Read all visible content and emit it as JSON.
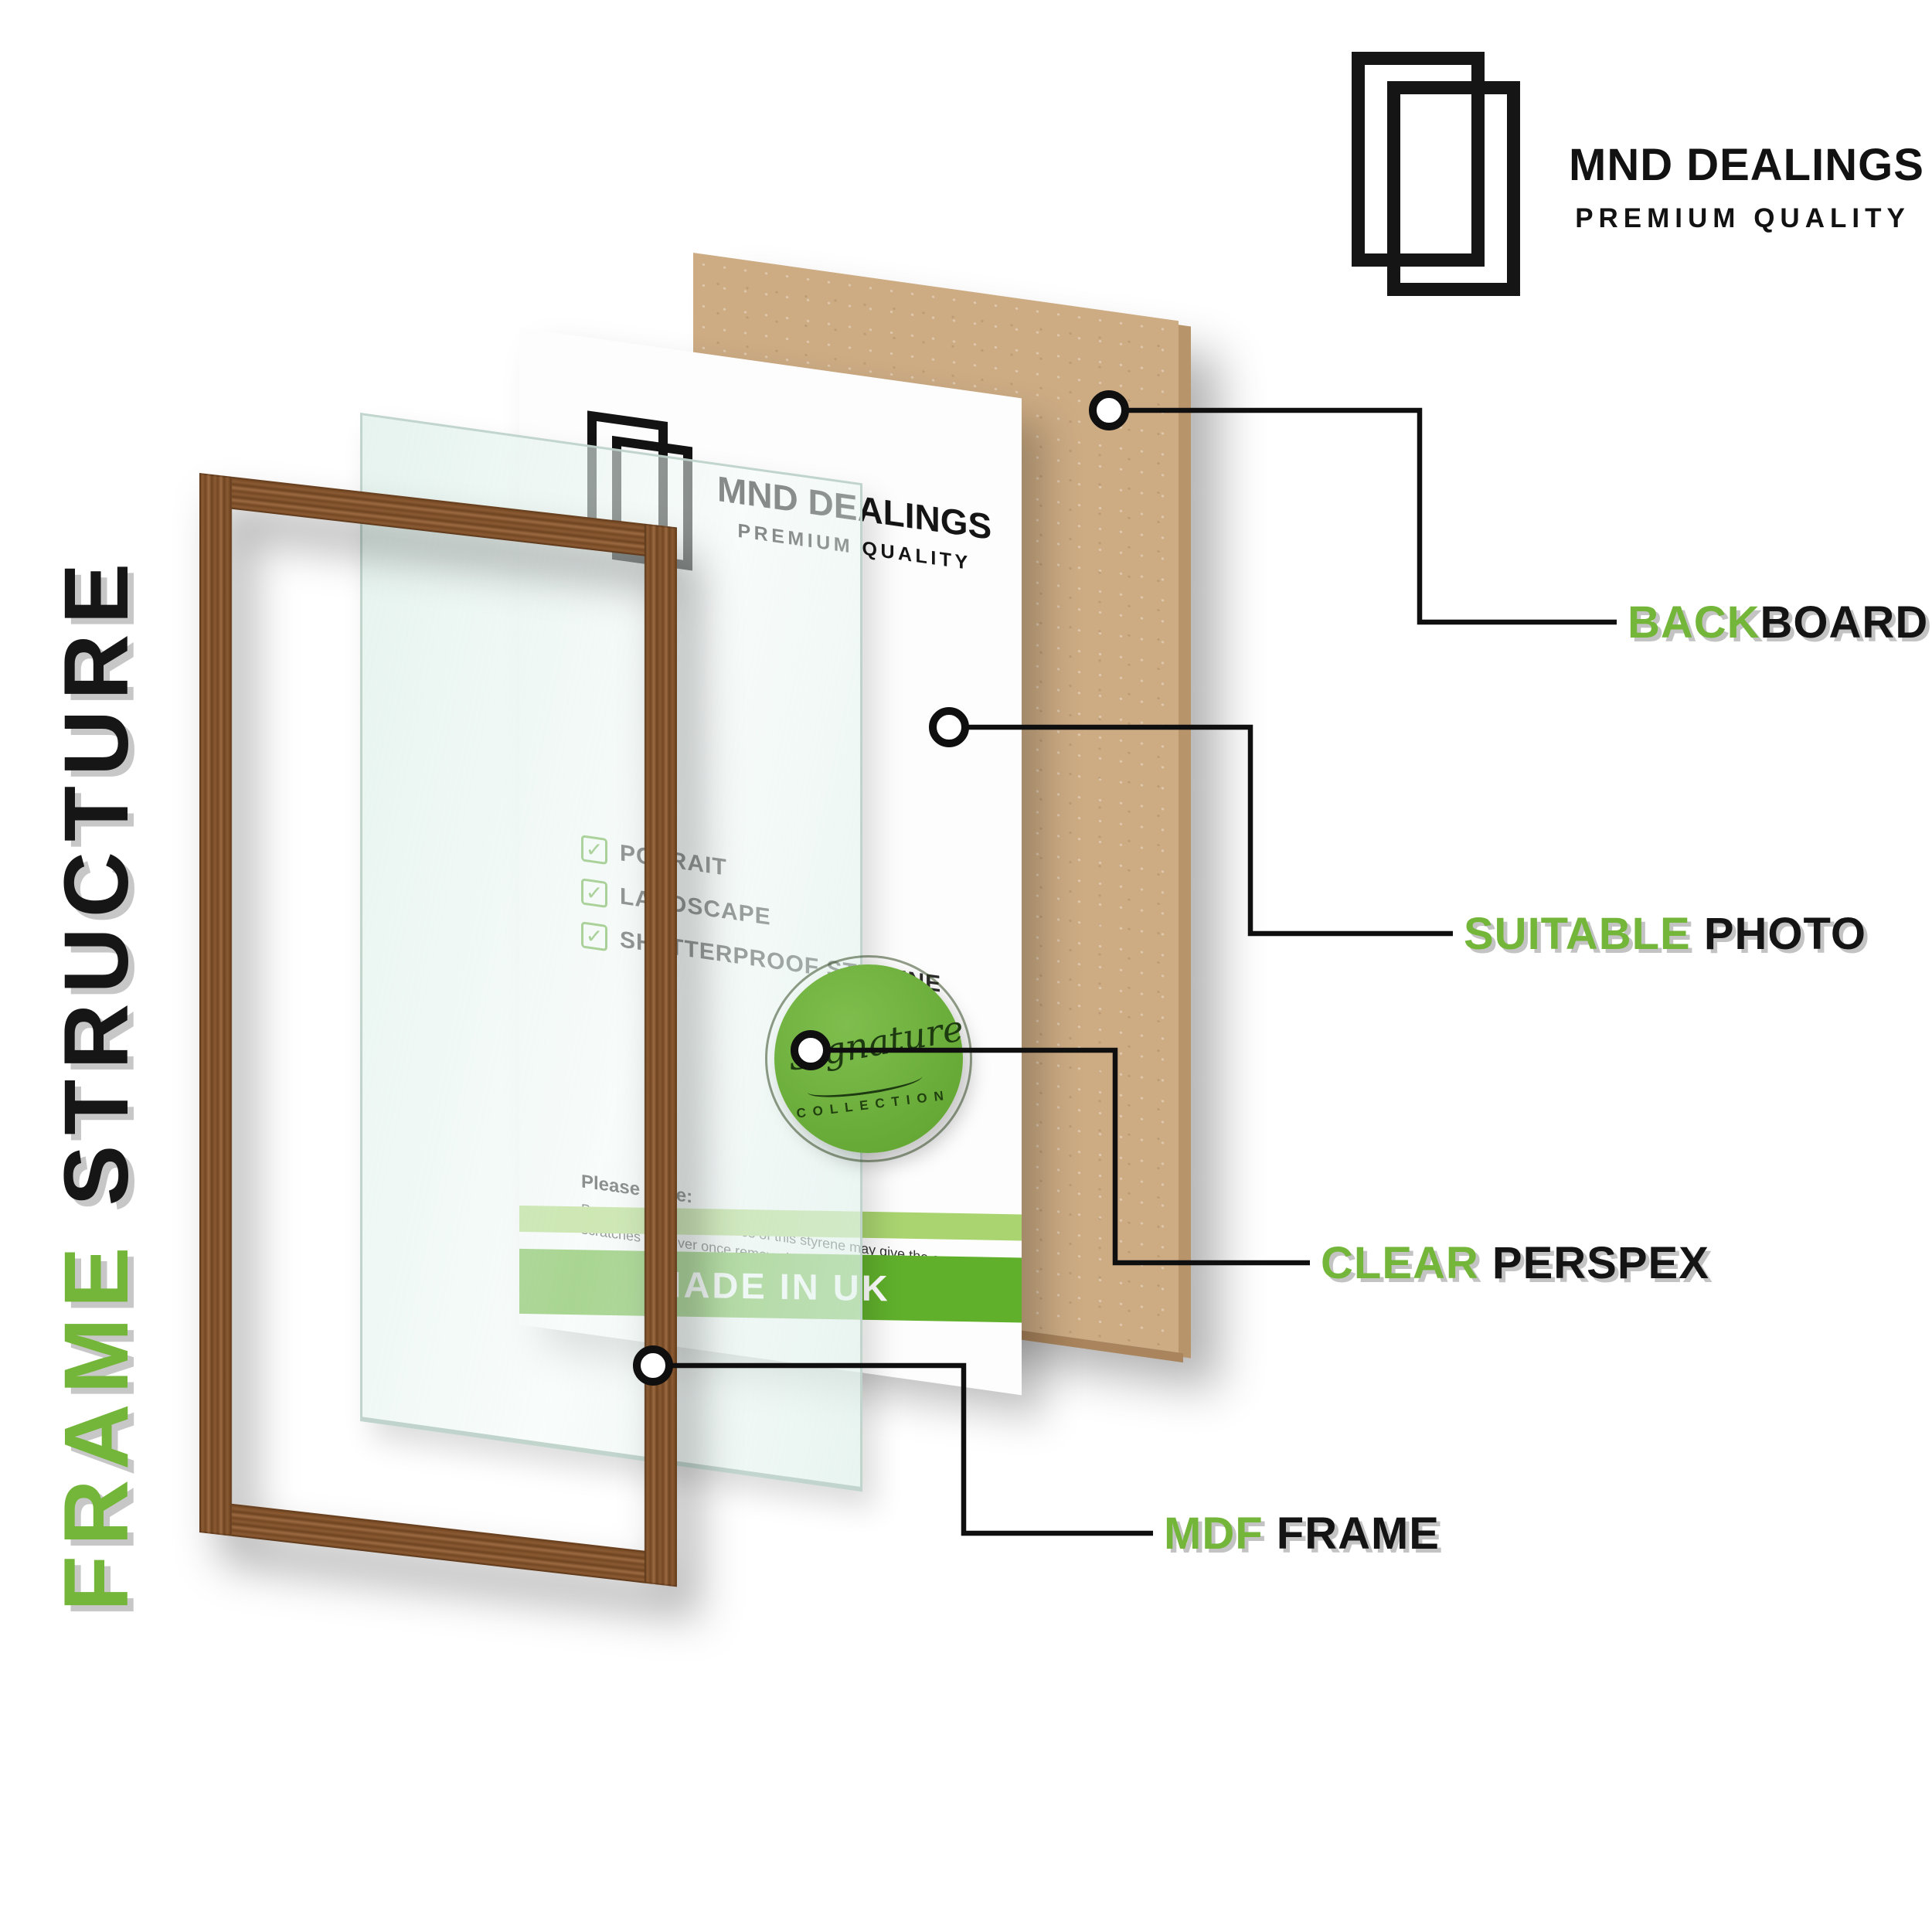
{
  "brand": {
    "name": "MND DEALINGS",
    "tagline": "PREMIUM QUALITY"
  },
  "title": {
    "green_word": "FRAME",
    "black_word": "STRUCTURE"
  },
  "icons": {
    "check": "✓"
  },
  "sheet": {
    "brand": "MND DEALINGS",
    "tagline": "PREMIUM QUALITY",
    "checklist": [
      {
        "label": "POTRAIT"
      },
      {
        "label": "LANDSCAPE"
      },
      {
        "label": "SHATTERPROOF STYRENE"
      }
    ],
    "note_title": "Please Note:",
    "note_body": "Protective film on both sides of this styrene may give the appearance of scratches however once removed, your styrene is perfectly clear,",
    "banner": "MADE IN UK",
    "badge_script": "Signature",
    "badge_arc": "COLLECTION"
  },
  "callouts": {
    "backboard": {
      "green": "BACK",
      "black": "BOARD"
    },
    "photo": {
      "green": "SUITABLE",
      "black": "PHOTO"
    },
    "perspex": {
      "green": "CLEAR",
      "black": "PERSPEX"
    },
    "frame": {
      "green": "MDF",
      "black": "FRAME"
    }
  },
  "colors": {
    "accent_green": "#73b63a",
    "banner_green": "#60b02c",
    "ink": "#141414",
    "wood_brown": "#7a4b28",
    "mdf_tan": "#cdac84"
  }
}
